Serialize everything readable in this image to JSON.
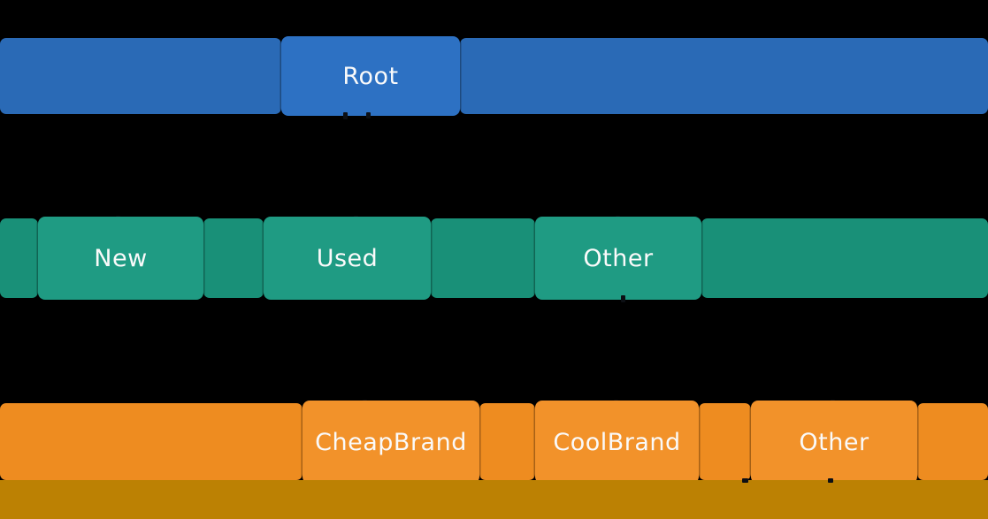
{
  "canvas": {
    "background": "#000000",
    "text_color": "#fafafa"
  },
  "levels": [
    {
      "name": "root-level",
      "band_color": "#2a6ab6",
      "node_color": "#2d71c3",
      "nodes": [
        {
          "label": "Root"
        }
      ]
    },
    {
      "name": "condition-level",
      "band_color": "#199078",
      "node_color": "#1f9b83",
      "nodes": [
        {
          "label": "New"
        },
        {
          "label": "Used"
        },
        {
          "label": "Other"
        }
      ]
    },
    {
      "name": "brand-level",
      "band_color": "#ee8c20",
      "node_color": "#f2922a",
      "nodes": [
        {
          "label": "CheapBrand"
        },
        {
          "label": "CoolBrand"
        },
        {
          "label": "Other"
        }
      ]
    },
    {
      "name": "cropped-level",
      "band_color": "#bc8103",
      "nodes": []
    }
  ],
  "tree": {
    "root": "Root",
    "level_2": [
      "New",
      "Used",
      "Other"
    ],
    "level_3": [
      "CheapBrand",
      "CoolBrand",
      "Other"
    ]
  }
}
